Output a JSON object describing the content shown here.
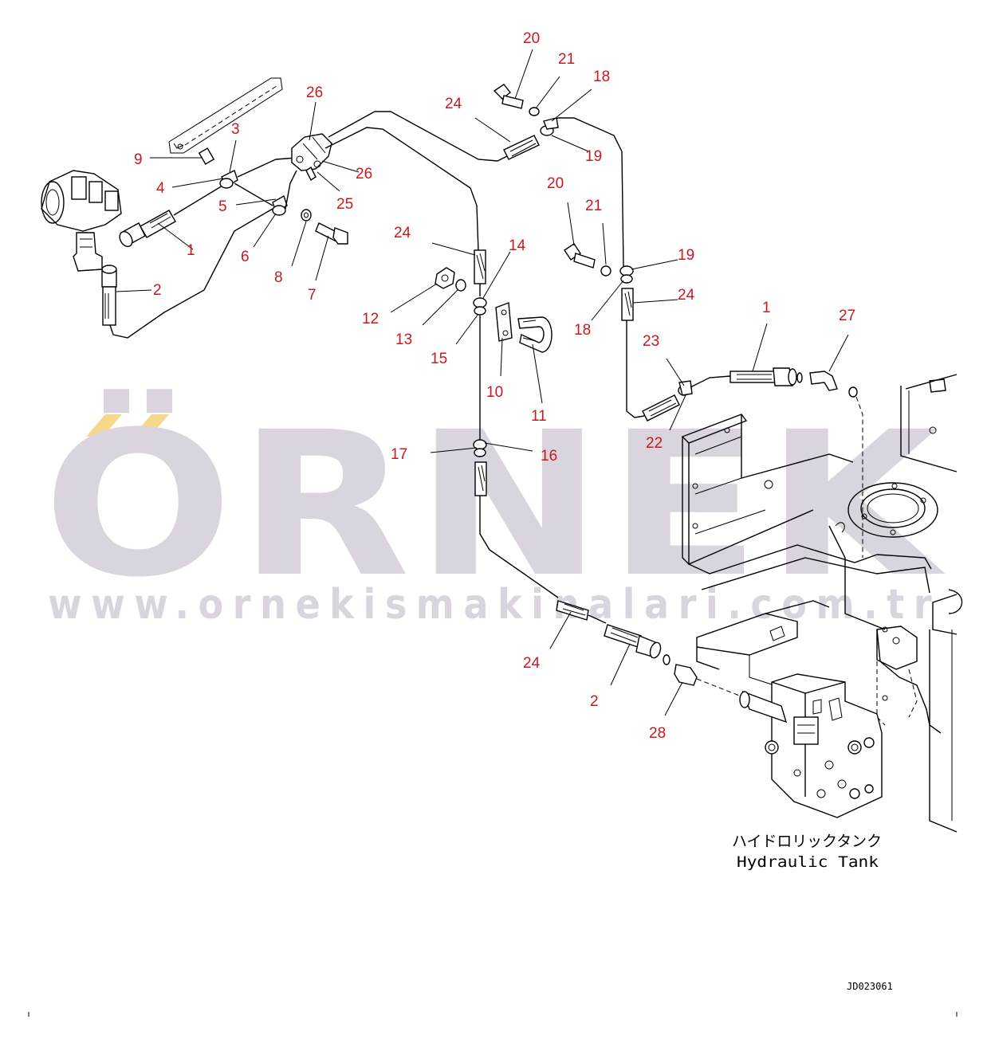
{
  "watermark": {
    "brand": "ÖRNEK",
    "url": "www.ornekismakinalari.com.tr",
    "accent_color": "#f5d88a",
    "text_color": "#d9d4dd"
  },
  "callout_color": "#c8191e",
  "callouts": [
    {
      "id": "c1a",
      "label": "1"
    },
    {
      "id": "c2a",
      "label": "2"
    },
    {
      "id": "c3",
      "label": "3"
    },
    {
      "id": "c4",
      "label": "4"
    },
    {
      "id": "c5",
      "label": "5"
    },
    {
      "id": "c6",
      "label": "6"
    },
    {
      "id": "c7",
      "label": "7"
    },
    {
      "id": "c8",
      "label": "8"
    },
    {
      "id": "c9",
      "label": "9"
    },
    {
      "id": "c26a",
      "label": "26"
    },
    {
      "id": "c26b",
      "label": "26"
    },
    {
      "id": "c25",
      "label": "25"
    },
    {
      "id": "c20a",
      "label": "20"
    },
    {
      "id": "c21a",
      "label": "21"
    },
    {
      "id": "c18a",
      "label": "18"
    },
    {
      "id": "c24a",
      "label": "24"
    },
    {
      "id": "c19a",
      "label": "19"
    },
    {
      "id": "c20b",
      "label": "20"
    },
    {
      "id": "c21b",
      "label": "21"
    },
    {
      "id": "c19b",
      "label": "19"
    },
    {
      "id": "c24b",
      "label": "24"
    },
    {
      "id": "c18b",
      "label": "18"
    },
    {
      "id": "c24c",
      "label": "24"
    },
    {
      "id": "c14",
      "label": "14"
    },
    {
      "id": "c12",
      "label": "12"
    },
    {
      "id": "c13",
      "label": "13"
    },
    {
      "id": "c15",
      "label": "15"
    },
    {
      "id": "c10",
      "label": "10"
    },
    {
      "id": "c11",
      "label": "11"
    },
    {
      "id": "c1b",
      "label": "1"
    },
    {
      "id": "c27",
      "label": "27"
    },
    {
      "id": "c23",
      "label": "23"
    },
    {
      "id": "c22",
      "label": "22"
    },
    {
      "id": "c17",
      "label": "17"
    },
    {
      "id": "c16",
      "label": "16"
    },
    {
      "id": "c24d",
      "label": "24"
    },
    {
      "id": "c2b",
      "label": "2"
    },
    {
      "id": "c28",
      "label": "28"
    }
  ],
  "tank_label": {
    "japanese": "ハイドロリックタンク",
    "english": "Hydraulic Tank"
  },
  "drawing_code": "JD023061"
}
